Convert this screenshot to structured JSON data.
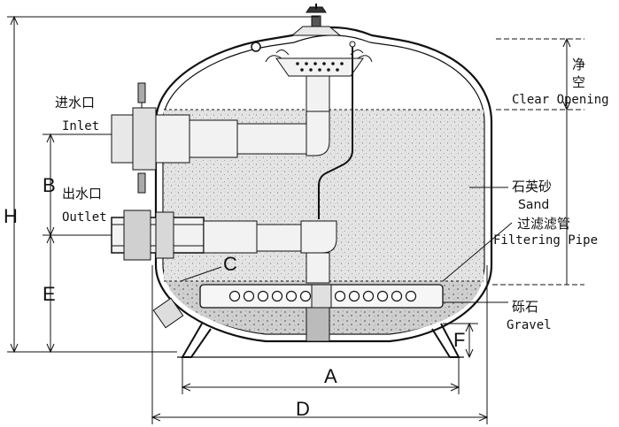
{
  "labels": {
    "inlet_cn": "进水口",
    "inlet_en": "Inlet",
    "outlet_cn": "出水口",
    "outlet_en": "Outlet",
    "clear_cn_1": "净",
    "clear_cn_2": "空",
    "clear_en": "Clear Opening",
    "sand_cn": "石英砂",
    "sand_en": "Sand",
    "pipe_cn": "过滤滤管",
    "pipe_en": "Filtering Pipe",
    "gravel_cn": "砾石",
    "gravel_en": "Gravel"
  },
  "dimensions": {
    "H": "H",
    "B": "B",
    "E": "E",
    "C": "C",
    "A": "A",
    "D": "D",
    "F": "F"
  },
  "colors": {
    "line": "#111111",
    "sand": "#d9d9d9",
    "gravel": "#c6c6c6",
    "pipe": "#efefef"
  }
}
